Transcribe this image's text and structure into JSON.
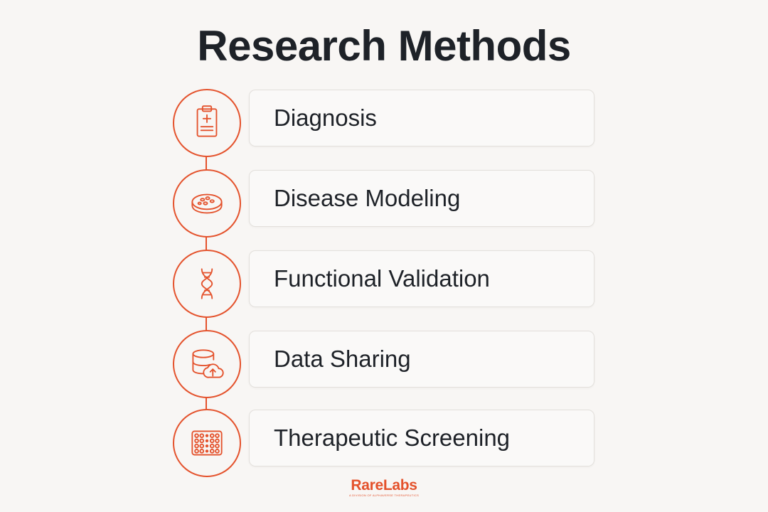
{
  "title": "Research Methods",
  "steps": [
    {
      "label": "Diagnosis",
      "icon": "clipboard-icon"
    },
    {
      "label": "Disease Modeling",
      "icon": "petri-dish-icon"
    },
    {
      "label": "Functional Validation",
      "icon": "dna-icon"
    },
    {
      "label": "Data Sharing",
      "icon": "database-cloud-icon"
    },
    {
      "label": "Therapeutic Screening",
      "icon": "well-plate-icon"
    }
  ],
  "brand": {
    "name": "RareLabs",
    "tagline": "A DIVISION OF ALPHAVERSE THERAPEUTICS"
  },
  "colors": {
    "accent": "#e4522c",
    "text": "#1e2228",
    "background": "#f8f6f4"
  }
}
